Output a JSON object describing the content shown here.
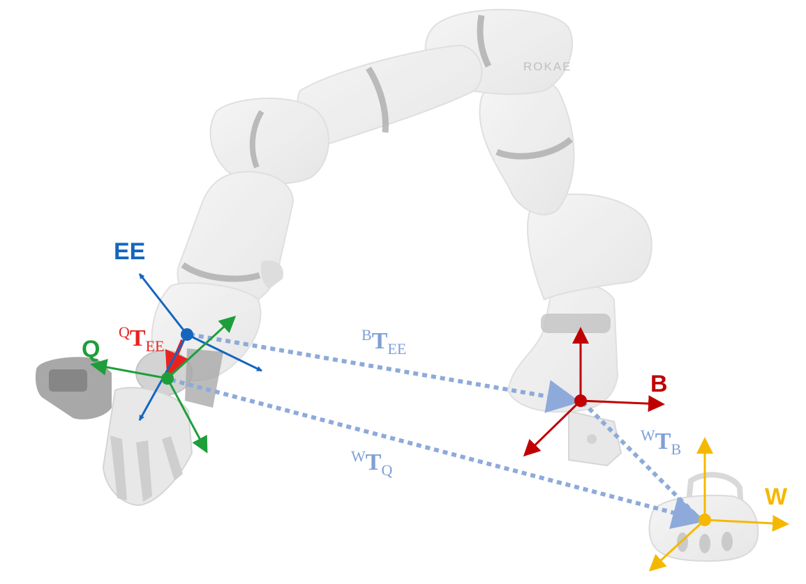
{
  "robot": {
    "brand": "ROKAE"
  },
  "colors": {
    "ee": "#1565c0",
    "q": "#1e9e3a",
    "b": "#c00000",
    "w": "#f5b800",
    "transform": "#8eaadb",
    "q_t_ee": "#e8231f"
  },
  "frames": {
    "ee": {
      "label": "EE"
    },
    "q": {
      "label": "Q"
    },
    "b": {
      "label": "B"
    },
    "w": {
      "label": "W"
    }
  },
  "transforms": {
    "q_t_ee": {
      "sup": "Q",
      "main": "T",
      "sub": "EE"
    },
    "b_t_ee": {
      "sup": "B",
      "main": "T",
      "sub": "EE"
    },
    "w_t_q": {
      "sup": "W",
      "main": "T",
      "sub": "Q"
    },
    "w_t_b": {
      "sup": "W",
      "main": "T",
      "sub": "B"
    }
  }
}
